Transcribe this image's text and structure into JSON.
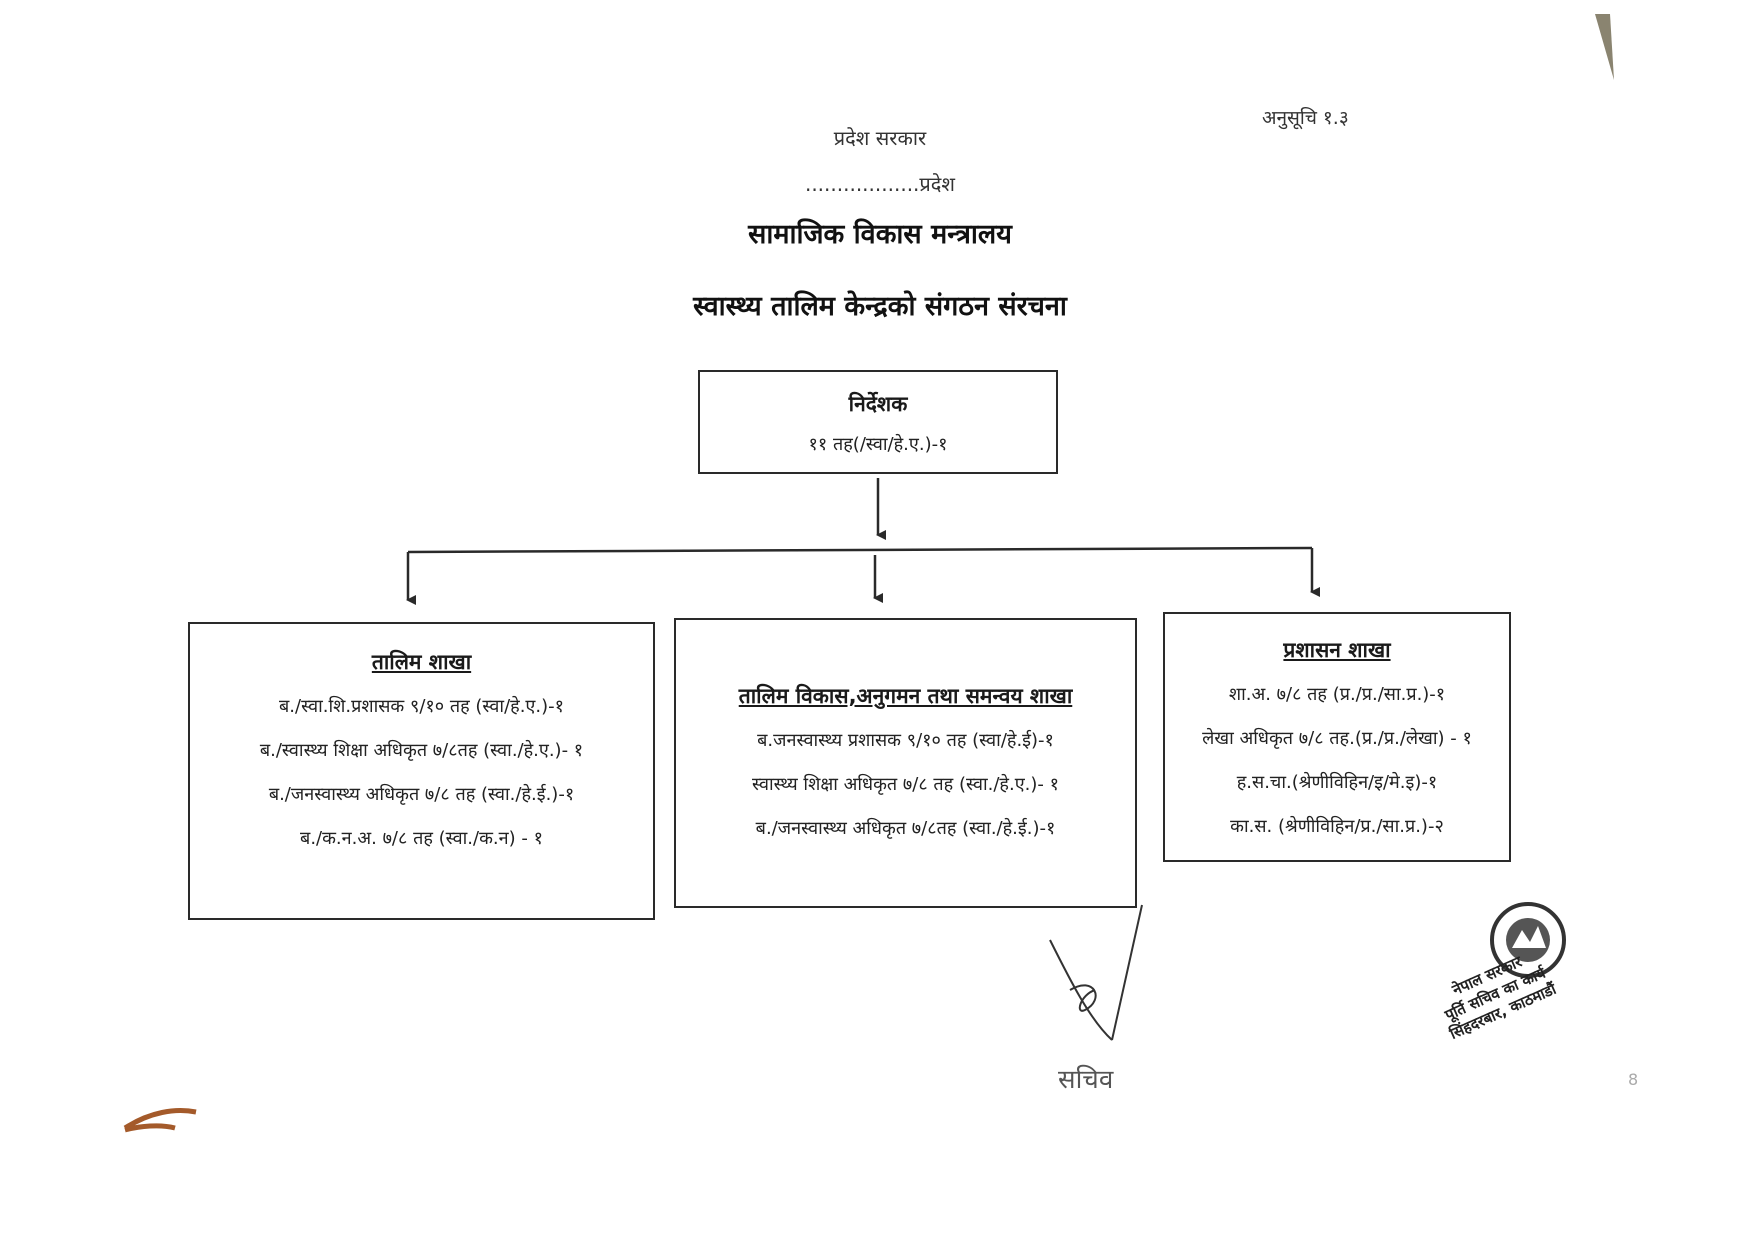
{
  "header": {
    "annex": "अनुसूचि १.३",
    "government": "प्रदेश सरकार",
    "province": "..................प्रदेश",
    "ministry": "सामाजिक विकास मन्त्रालय",
    "title": "स्वास्थ्य तालिम केन्द्रको संगठन संरचना"
  },
  "director": {
    "title": "निर्देशक",
    "detail": "११ तह(/स्वा/हे.ए.)-१"
  },
  "branches": [
    {
      "title": "तालिम शाखा",
      "lines": [
        "ब./स्वा.शि.प्रशासक ९/१० तह (स्वा/हे.ए.)-१",
        "ब./स्वास्थ्य शिक्षा अधिकृत ७/८तह (स्वा./हे.ए.)- १",
        "ब./जनस्वास्थ्य अधिकृत ७/८ तह (स्वा./हे.ई.)-१",
        "ब./क.न.अ. ७/८ तह (स्वा./क.न) - १"
      ]
    },
    {
      "title": "तालिम विकास,अनुगमन तथा समन्वय शाखा",
      "lines": [
        "ब.जनस्वास्थ्य प्रशासक ९/१० तह (स्वा/हे.ई)-१",
        "स्वास्थ्य शिक्षा अधिकृत ७/८ तह (स्वा./हे.ए.)- १",
        "ब./जनस्वास्थ्य अधिकृत ७/८तह (स्वा./हे.ई.)-१"
      ]
    },
    {
      "title": "प्रशासन शाखा",
      "lines": [
        "शा.अ. ७/८ तह (प्र./प्र./सा.प्र.)-१",
        "लेखा अधिकृत ७/८ तह.(प्र./प्र./लेखा) - १",
        "ह.स.चा.(श्रेणीविहिन/इ/मे.इ)-१",
        "का.स. (श्रेणीविहिन/प्र./सा.प्र.)-२"
      ]
    }
  ],
  "footer": {
    "signature_label": "सचिव",
    "seal_text": [
      "नेपाल सरकार",
      "पूर्ति सचिव का कार्य",
      "सिंहदरबार, काठमाडौं"
    ],
    "page_number": "8"
  },
  "colors": {
    "ink": "#1a1a1a",
    "line": "#2a2a2a",
    "background": "#ffffff"
  }
}
